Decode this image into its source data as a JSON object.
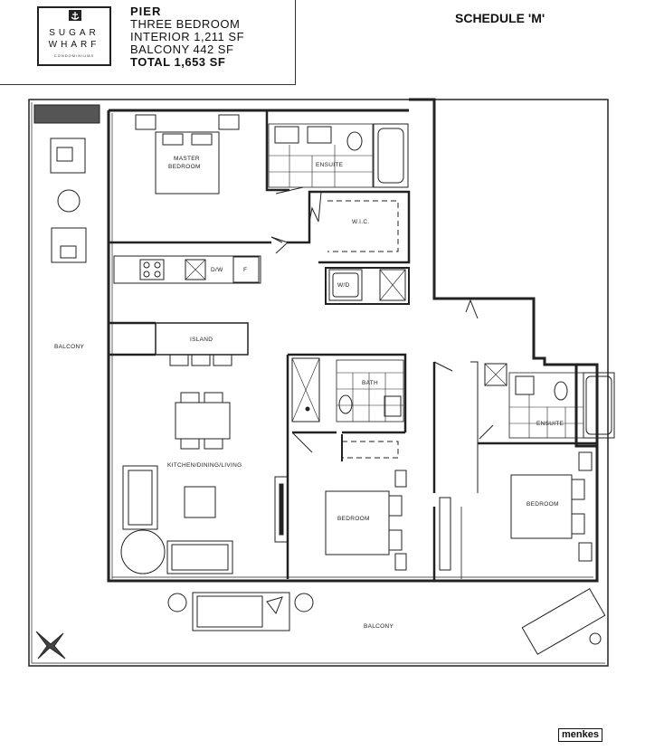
{
  "header": {
    "logo": {
      "line1": "SUGAR",
      "line2": "WHARF",
      "line3": "CONDOMINIUMS",
      "icon": "anchor-icon"
    },
    "unit_name": "PIER",
    "unit_type": "THREE BEDROOM",
    "interior": "INTERIOR 1,211 SF",
    "balcony": "BALCONY 442 SF",
    "total": "TOTAL 1,653 SF"
  },
  "schedule": "SCHEDULE 'M'",
  "rooms": {
    "master_bedroom_line1": "MASTER",
    "master_bedroom_line2": "BEDROOM",
    "ensuite_master": "ENSUITE",
    "wic": "W.I.C.",
    "dw": "D/W",
    "fridge": "F",
    "wd": "W/D",
    "island": "ISLAND",
    "balcony_west": "BALCONY",
    "bath": "BATH",
    "ensuite_east": "ENSUITE",
    "kitchen_dining_living": "KITCHEN/DINING/LIVING",
    "bedroom_center": "BEDROOM",
    "bedroom_east": "BEDROOM",
    "balcony_south": "BALCONY"
  },
  "brand": "menkes",
  "colors": {
    "line": "#222222",
    "background": "#ffffff"
  }
}
